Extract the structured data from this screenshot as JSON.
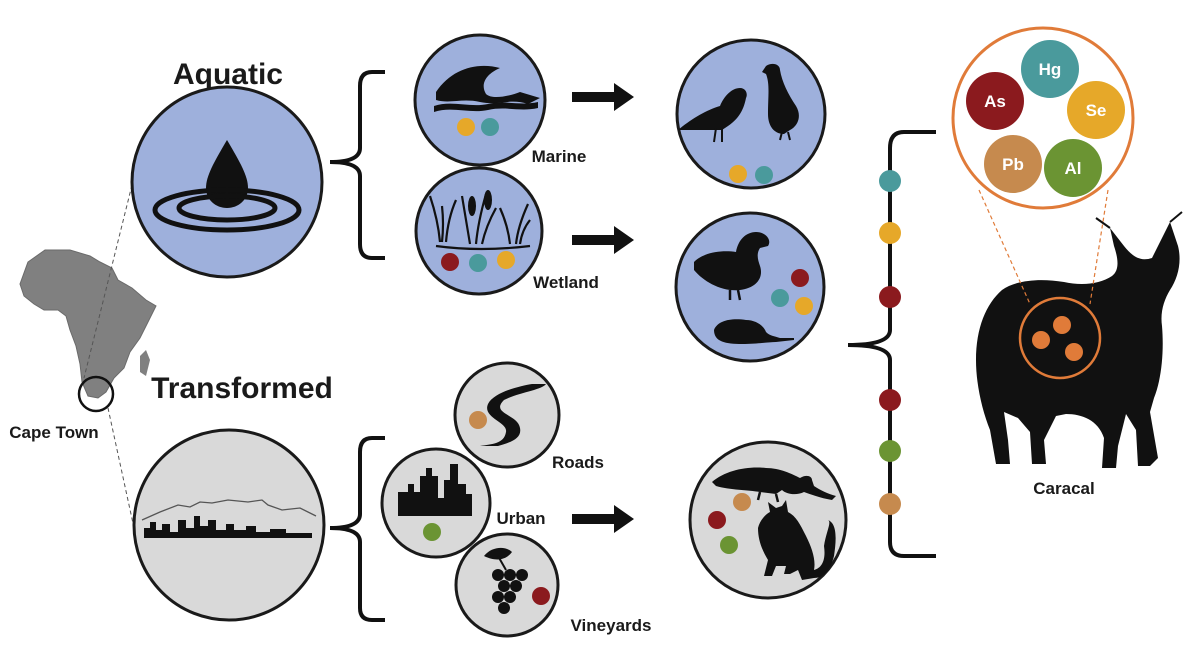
{
  "colors": {
    "Hg": "#4a9a9c",
    "As": "#8b1a1e",
    "Se": "#e6a829",
    "Pb": "#c68a4e",
    "Al": "#6b9433",
    "orange": "#e07b39",
    "aquatic_fill": "#9eb0dc",
    "transformed_fill": "#d9d9d9"
  },
  "labels": {
    "aquatic": "Aquatic",
    "transformed": "Transformed",
    "cape_town": "Cape Town",
    "marine": "Marine",
    "wetland": "Wetland",
    "roads": "Roads",
    "urban": "Urban",
    "vineyards": "Vineyards",
    "caracal": "Caracal"
  },
  "elements": [
    "Hg",
    "As",
    "Se",
    "Pb",
    "Al"
  ],
  "icons": {
    "aquatic": "water-drop-icon",
    "transformed": "city-skyline-icon",
    "marine": "wave-icon",
    "wetland": "reeds-icon",
    "roads": "road-icon",
    "urban": "buildings-icon",
    "vineyards": "grapes-icon",
    "birds": "seabird-icon",
    "wetland_prey": "duck-and-rodent-icon",
    "urban_prey": "genet-and-cat-icon",
    "predator": "caracal-icon",
    "map": "africa-map-icon"
  }
}
